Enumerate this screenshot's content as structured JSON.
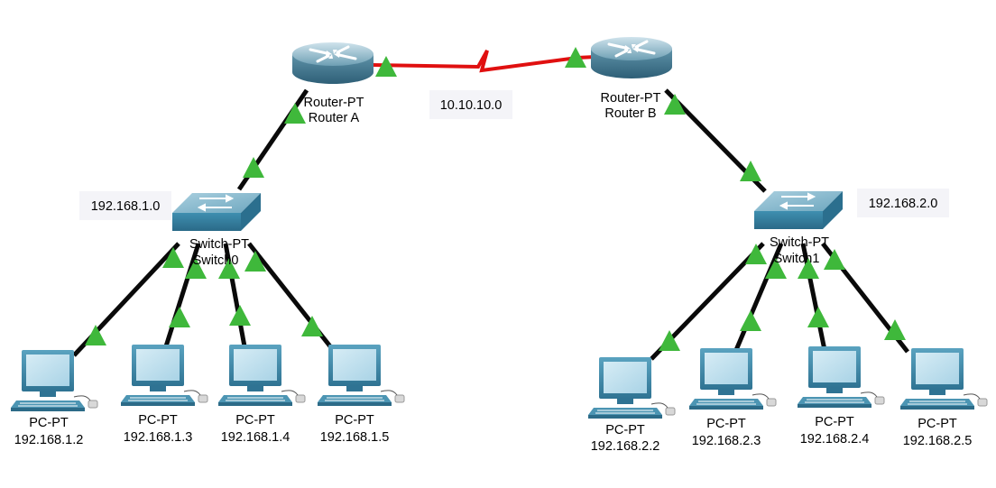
{
  "colors": {
    "link": "#0a0a0a",
    "serial": "#e01010",
    "port_up": "#3fb83b",
    "device": "#3f8fb0"
  },
  "networks": {
    "wan": "10.10.10.0",
    "lan_a": "192.168.1.0",
    "lan_b": "192.168.2.0"
  },
  "routers": {
    "a": {
      "type": "Router-PT",
      "name": "Router A"
    },
    "b": {
      "type": "Router-PT",
      "name": "Router B"
    }
  },
  "switches": {
    "s0": {
      "type": "Switch-PT",
      "name": "Switch0"
    },
    "s1": {
      "type": "Switch-PT",
      "name": "Switch1"
    }
  },
  "pcs": [
    {
      "type": "PC-PT",
      "ip": "192.168.1.2"
    },
    {
      "type": "PC-PT",
      "ip": "192.168.1.3"
    },
    {
      "type": "PC-PT",
      "ip": "192.168.1.4"
    },
    {
      "type": "PC-PT",
      "ip": "192.168.1.5"
    },
    {
      "type": "PC-PT",
      "ip": "192.168.2.2"
    },
    {
      "type": "PC-PT",
      "ip": "192.168.2.3"
    },
    {
      "type": "PC-PT",
      "ip": "192.168.2.4"
    },
    {
      "type": "PC-PT",
      "ip": "192.168.2.5"
    }
  ]
}
